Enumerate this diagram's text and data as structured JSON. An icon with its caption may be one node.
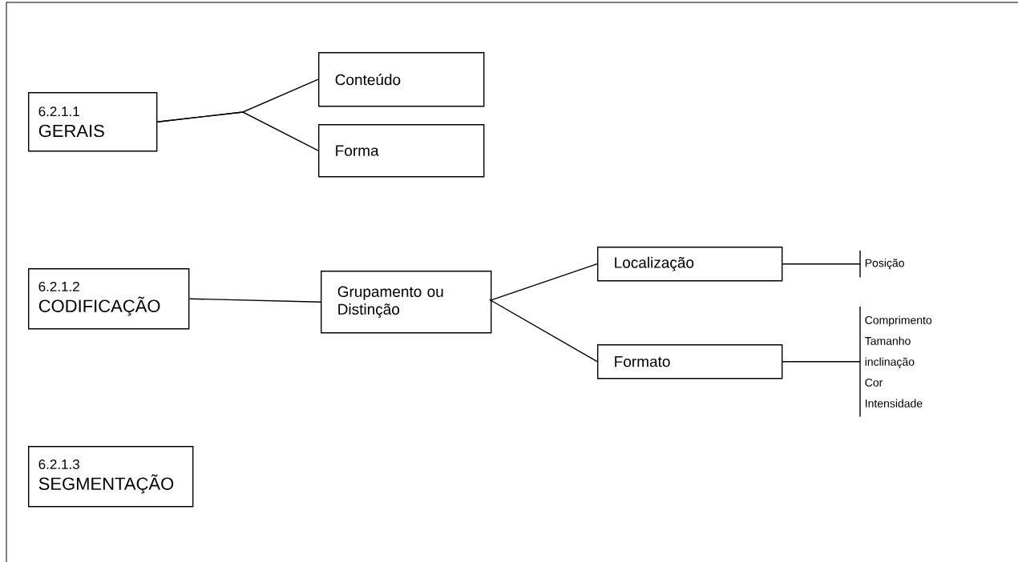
{
  "diagram": {
    "nodes": [
      {
        "text": [
          "6.2.1.1",
          "GERAIS"
        ]
      },
      {
        "text": [
          "Conteúdo"
        ]
      },
      {
        "text": [
          "Forma"
        ]
      },
      {
        "text": [
          "6.2.1.2",
          "CODIFICAÇÃO"
        ]
      },
      {
        "text": [
          "Grupamento ou Distinção"
        ]
      },
      {
        "text": [
          "Localização"
        ]
      },
      {
        "text": [
          "Formato"
        ]
      },
      {
        "text": [
          "Posição"
        ]
      },
      {
        "text": [
          "Comprimento",
          "Tamanho",
          "inclinação",
          "Cor",
          "Intensidade"
        ]
      },
      {
        "text": [
          "6.2.1.3",
          "SEGMENTAÇÃO"
        ]
      }
    ],
    "edges": [
      {
        "from": 0,
        "to": 1,
        "arrow": "none"
      },
      {
        "from": 0,
        "to": 2,
        "arrow": "none"
      },
      {
        "from": 3,
        "to": 4,
        "arrow": "none"
      },
      {
        "from": 4,
        "to": 5,
        "arrow": "none"
      },
      {
        "from": 4,
        "to": 6,
        "arrow": "none"
      },
      {
        "from": 5,
        "to": 7,
        "arrow": "none"
      },
      {
        "from": 6,
        "to": 8,
        "arrow": "none"
      }
    ]
  }
}
